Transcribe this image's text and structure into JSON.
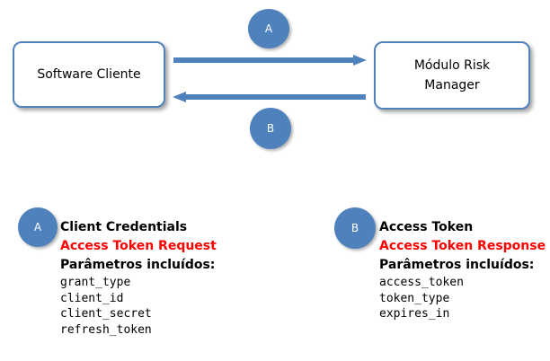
{
  "diagram": {
    "nodes": {
      "client": "Software Cliente",
      "risk_line1": "Módulo Risk",
      "risk_line2": "Manager"
    },
    "flows": {
      "a_label": "A",
      "b_label": "B"
    }
  },
  "legend": {
    "a": {
      "badge": "A",
      "title": "Client Credentials",
      "subtitle": "Access Token Request",
      "params_heading": "Parâmetros incluídos:",
      "params": [
        "grant_type",
        "client_id",
        "client_secret",
        "refresh_token"
      ]
    },
    "b": {
      "badge": "B",
      "title": "Access Token",
      "subtitle": "Access Token Response",
      "params_heading": "Parâmetros incluídos:",
      "params": [
        "access_token",
        "token_type",
        "expires_in"
      ]
    }
  },
  "colors": {
    "accent": "#4f81bd",
    "highlight": "#ff0000"
  }
}
